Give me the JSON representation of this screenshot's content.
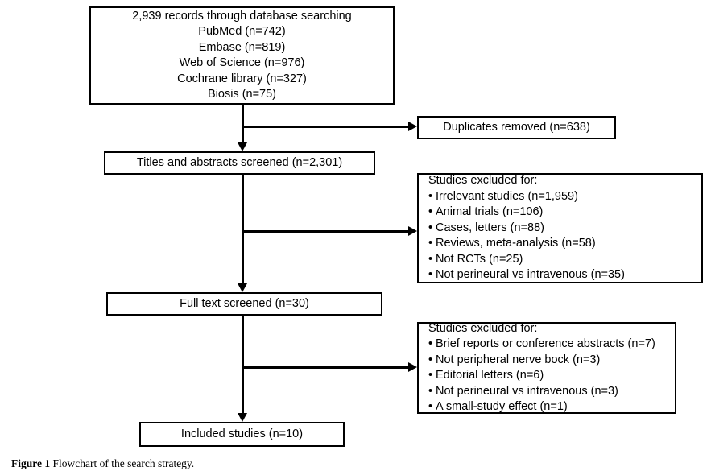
{
  "figure": {
    "caption_label": "Figure 1",
    "caption_text": "Flowchart of the search strategy."
  },
  "colors": {
    "stroke": "#000000",
    "background": "#ffffff",
    "text": "#000000"
  },
  "flowchart": {
    "identification_box": {
      "lines": [
        "2,939 records through database searching",
        "PubMed (n=742)",
        "Embase (n=819)",
        "Web of Science (n=976)",
        "Cochrane library (n=327)",
        "Biosis (n=75)"
      ]
    },
    "duplicates_box": {
      "label": "Duplicates removed (n=638)"
    },
    "screening_box": {
      "label": "Titles and abstracts screened (n=2,301)"
    },
    "excluded_screening_box": {
      "heading": "Studies excluded for:",
      "items": [
        "Irrelevant studies (n=1,959)",
        "Animal trials (n=106)",
        "Cases, letters (n=88)",
        "Reviews, meta-analysis (n=58)",
        "Not RCTs (n=25)",
        "Not perineural vs intravenous (n=35)"
      ]
    },
    "fulltext_box": {
      "label": "Full text screened (n=30)"
    },
    "excluded_fulltext_box": {
      "heading": "Studies excluded for:",
      "items": [
        "Brief reports or conference abstracts (n=7)",
        "Not peripheral nerve bock (n=3)",
        "Editorial letters (n=6)",
        "Not perineural vs intravenous (n=3)",
        "A small-study effect (n=1)"
      ]
    },
    "included_box": {
      "label": "Included studies (n=10)"
    }
  }
}
